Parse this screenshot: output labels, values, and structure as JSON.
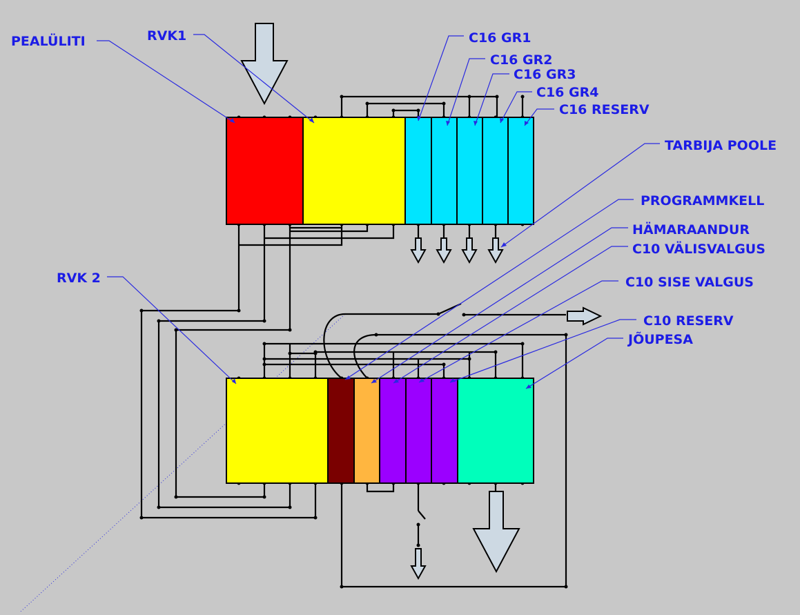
{
  "colors": {
    "background": "#c8c8c8",
    "label": "#1c1ce6",
    "leader": "#2a2ae0",
    "wire": "#000000",
    "arrow_fill": "#cdd9e3",
    "main_switch": "#ff0000",
    "rcd": "#ffff00",
    "breaker_c16": "#00e5ff",
    "timer": "#7a0000",
    "twilight_sensor": "#ffb640",
    "breaker_c10": "#9b00ff",
    "socket": "#00ffbb"
  },
  "labels": {
    "pealuliti": "PEALÜLITI",
    "rvk1": "RVK1",
    "c16_gr1": "C16 GR1",
    "c16_gr2": "C16 GR2",
    "c16_gr3": "C16 GR3",
    "c16_gr4": "C16 GR4",
    "c16_reserv": "C16 RESERV",
    "tarbija_poole": "TARBIJA POOLE",
    "programmkell": "PROGRAMMKELL",
    "hamaraandur": "HÄMARAANDUR",
    "c10_valisvalgus": "C10 VÄLISVALGUS",
    "rvk2": "RVK 2",
    "c10_sise_valgus": "C10 SISE VALGUS",
    "c10_reserv": "C10 RESERV",
    "joupesa": "JÕUPESA"
  },
  "icons": {
    "supply_arrow": "arrow-down-icon",
    "consumer_arrow": "arrow-down-icon",
    "outgoing_arrow": "arrow-right-icon",
    "switch": "switch-icon"
  }
}
